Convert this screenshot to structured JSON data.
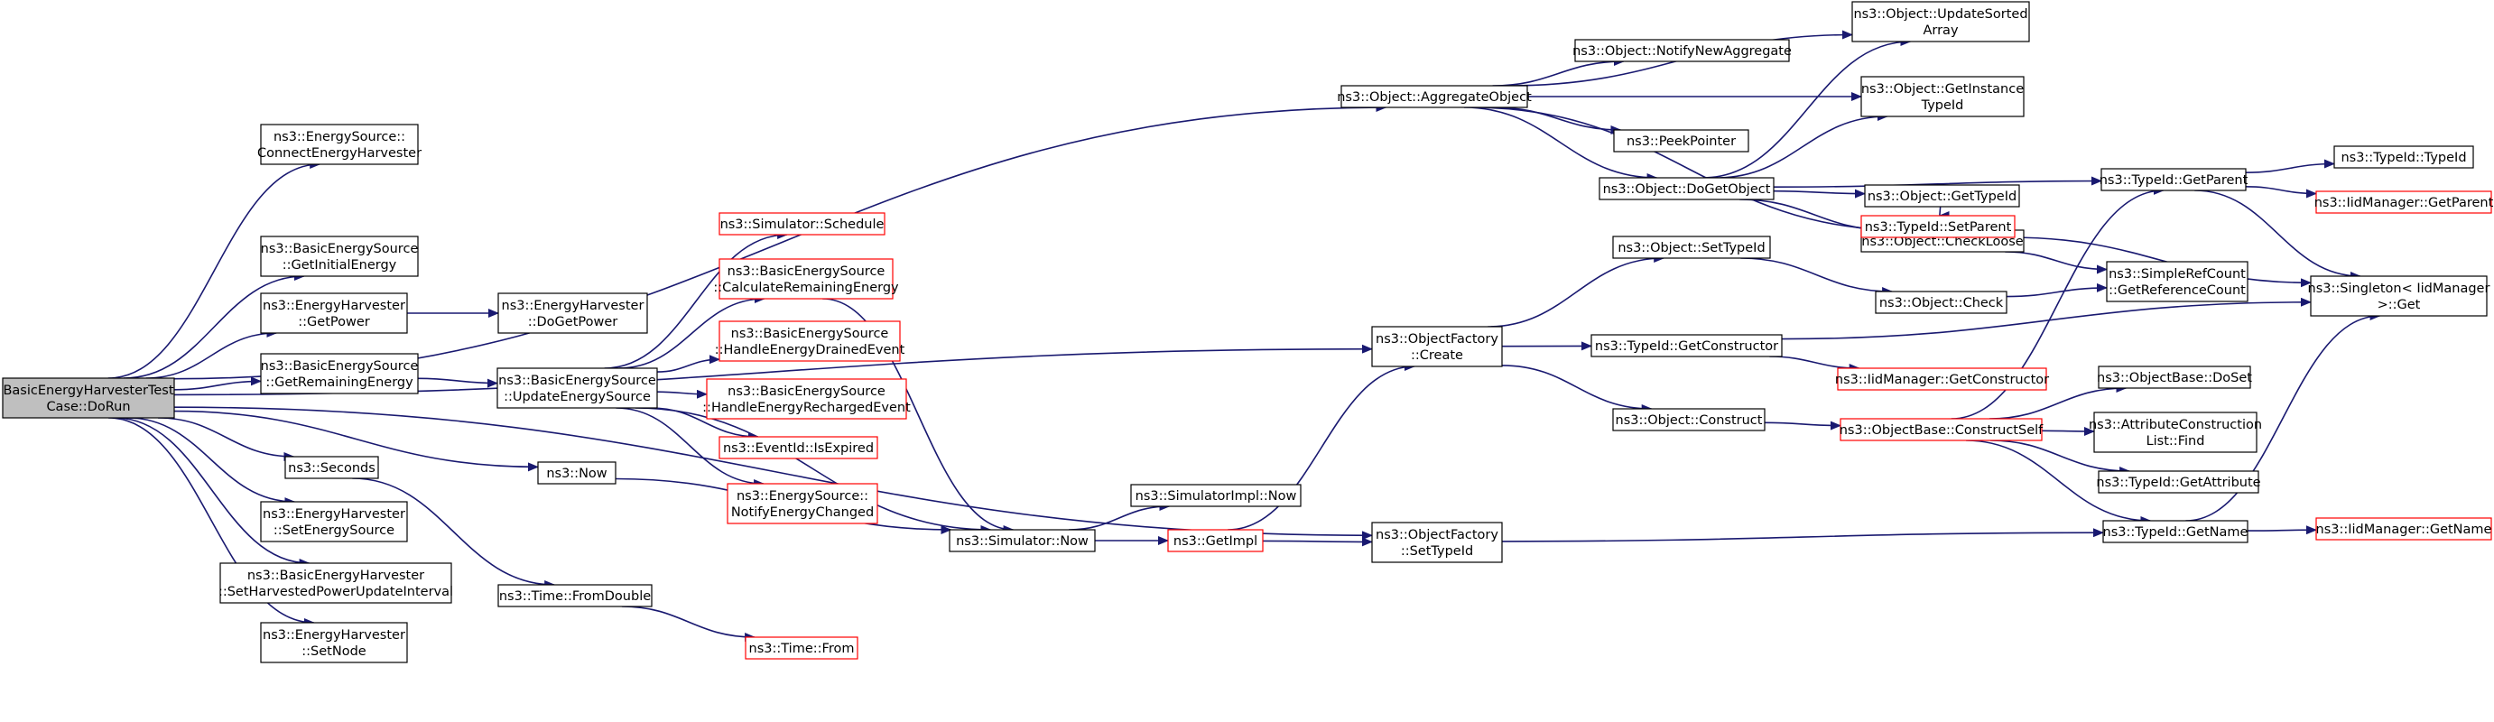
{
  "colors": {
    "edge": "#191970",
    "box": "#000000",
    "external": "#ff0000",
    "root_fill": "#bfbfbf"
  },
  "nodes": [
    {
      "id": "root",
      "lines": [
        "BasicEnergyHarvesterTest",
        "Case::DoRun"
      ],
      "style": "root"
    },
    {
      "id": "aggregate",
      "lines": [
        "ns3::Object::AggregateObject"
      ],
      "style": "normal"
    },
    {
      "id": "connectHarvester",
      "lines": [
        "ns3::EnergySource::",
        "ConnectEnergyHarvester"
      ],
      "style": "normal"
    },
    {
      "id": "getInitialEnergy",
      "lines": [
        "ns3::BasicEnergySource",
        "::GetInitialEnergy"
      ],
      "style": "normal"
    },
    {
      "id": "getPower",
      "lines": [
        "ns3::EnergyHarvester",
        "::GetPower"
      ],
      "style": "normal"
    },
    {
      "id": "doGetPower",
      "lines": [
        "ns3::EnergyHarvester",
        "::DoGetPower"
      ],
      "style": "normal"
    },
    {
      "id": "getRemaining",
      "lines": [
        "ns3::BasicEnergySource",
        "::GetRemainingEnergy"
      ],
      "style": "normal"
    },
    {
      "id": "updateEnergy",
      "lines": [
        "ns3::BasicEnergySource",
        "::UpdateEnergySource"
      ],
      "style": "normal"
    },
    {
      "id": "seconds",
      "lines": [
        "ns3::Seconds"
      ],
      "style": "normal"
    },
    {
      "id": "setEnergySource",
      "lines": [
        "ns3::EnergyHarvester",
        "::SetEnergySource"
      ],
      "style": "normal"
    },
    {
      "id": "setInterval",
      "lines": [
        "ns3::BasicEnergyHarvester",
        "::SetHarvestedPowerUpdateInterval"
      ],
      "style": "normal"
    },
    {
      "id": "setNode",
      "lines": [
        "ns3::EnergyHarvester",
        "::SetNode"
      ],
      "style": "normal"
    },
    {
      "id": "schedule",
      "lines": [
        "ns3::Simulator::Schedule"
      ],
      "style": "external"
    },
    {
      "id": "calcRemaining",
      "lines": [
        "ns3::BasicEnergySource",
        "::CalculateRemainingEnergy"
      ],
      "style": "external"
    },
    {
      "id": "drained",
      "lines": [
        "ns3::BasicEnergySource",
        "::HandleEnergyDrainedEvent"
      ],
      "style": "external"
    },
    {
      "id": "recharged",
      "lines": [
        "ns3::BasicEnergySource",
        "::HandleEnergyRechargedEvent"
      ],
      "style": "external"
    },
    {
      "id": "isExpired",
      "lines": [
        "ns3::EventId::IsExpired"
      ],
      "style": "external"
    },
    {
      "id": "notifyChanged",
      "lines": [
        "ns3::EnergySource::",
        "NotifyEnergyChanged"
      ],
      "style": "external"
    },
    {
      "id": "now",
      "lines": [
        "ns3::Now"
      ],
      "style": "normal"
    },
    {
      "id": "fromDouble",
      "lines": [
        "ns3::Time::FromDouble"
      ],
      "style": "normal"
    },
    {
      "id": "timeFrom",
      "lines": [
        "ns3::Time::From"
      ],
      "style": "external"
    },
    {
      "id": "simNow",
      "lines": [
        "ns3::Simulator::Now"
      ],
      "style": "normal"
    },
    {
      "id": "simImplNow",
      "lines": [
        "ns3::SimulatorImpl::Now"
      ],
      "style": "normal"
    },
    {
      "id": "getImpl",
      "lines": [
        "ns3::GetImpl"
      ],
      "style": "external"
    },
    {
      "id": "factoryCreate",
      "lines": [
        "ns3::ObjectFactory",
        "::Create"
      ],
      "style": "normal"
    },
    {
      "id": "factorySetTypeId",
      "lines": [
        "ns3::ObjectFactory",
        "::SetTypeId"
      ],
      "style": "normal"
    },
    {
      "id": "updateSorted",
      "lines": [
        "ns3::Object::UpdateSorted",
        "Array"
      ],
      "style": "normal"
    },
    {
      "id": "notifyNewAgg",
      "lines": [
        "ns3::Object::NotifyNewAggregate"
      ],
      "style": "normal"
    },
    {
      "id": "getInstanceTypeId",
      "lines": [
        "ns3::Object::GetInstance",
        "TypeId"
      ],
      "style": "normal"
    },
    {
      "id": "peekPointer",
      "lines": [
        "ns3::PeekPointer"
      ],
      "style": "normal"
    },
    {
      "id": "doGetObject",
      "lines": [
        "ns3::Object::DoGetObject"
      ],
      "style": "normal"
    },
    {
      "id": "getTypeIdObj",
      "lines": [
        "ns3::Object::GetTypeId"
      ],
      "style": "normal"
    },
    {
      "id": "checkLoose",
      "lines": [
        "ns3::Object::CheckLoose"
      ],
      "style": "normal"
    },
    {
      "id": "setTypeIdObj",
      "lines": [
        "ns3::Object::SetTypeId"
      ],
      "style": "normal"
    },
    {
      "id": "objCheck",
      "lines": [
        "ns3::Object::Check"
      ],
      "style": "normal"
    },
    {
      "id": "getConstructor",
      "lines": [
        "ns3::TypeId::GetConstructor"
      ],
      "style": "normal"
    },
    {
      "id": "iidGetConstructor",
      "lines": [
        "ns3::IidManager::GetConstructor"
      ],
      "style": "external"
    },
    {
      "id": "objConstruct",
      "lines": [
        "ns3::Object::Construct"
      ],
      "style": "normal"
    },
    {
      "id": "constructSelf",
      "lines": [
        "ns3::ObjectBase::ConstructSelf"
      ],
      "style": "external"
    },
    {
      "id": "getParent",
      "lines": [
        "ns3::TypeId::GetParent"
      ],
      "style": "normal"
    },
    {
      "id": "setParent",
      "lines": [
        "ns3::TypeId::SetParent"
      ],
      "style": "external"
    },
    {
      "id": "getRefCount",
      "lines": [
        "ns3::SimpleRefCount",
        "::GetReferenceCount"
      ],
      "style": "normal"
    },
    {
      "id": "doSet",
      "lines": [
        "ns3::ObjectBase::DoSet"
      ],
      "style": "normal"
    },
    {
      "id": "attrFind",
      "lines": [
        "ns3::AttributeConstruction",
        "List::Find"
      ],
      "style": "normal"
    },
    {
      "id": "getAttribute",
      "lines": [
        "ns3::TypeId::GetAttribute"
      ],
      "style": "normal"
    },
    {
      "id": "getName",
      "lines": [
        "ns3::TypeId::GetName"
      ],
      "style": "normal"
    },
    {
      "id": "typeIdCtor",
      "lines": [
        "ns3::TypeId::TypeId"
      ],
      "style": "normal"
    },
    {
      "id": "iidGetParent",
      "lines": [
        "ns3::IidManager::GetParent"
      ],
      "style": "external"
    },
    {
      "id": "singletonGet",
      "lines": [
        "ns3::Singleton< IidManager",
        ">::Get"
      ],
      "style": "normal"
    },
    {
      "id": "iidGetName",
      "lines": [
        "ns3::IidManager::GetName"
      ],
      "style": "external"
    }
  ],
  "edges": [
    [
      "root",
      "aggregate"
    ],
    [
      "root",
      "connectHarvester"
    ],
    [
      "root",
      "factoryCreate"
    ],
    [
      "root",
      "getInitialEnergy"
    ],
    [
      "root",
      "getPower"
    ],
    [
      "root",
      "getRemaining"
    ],
    [
      "root",
      "now"
    ],
    [
      "root",
      "seconds"
    ],
    [
      "root",
      "setEnergySource"
    ],
    [
      "root",
      "setInterval"
    ],
    [
      "root",
      "setNode"
    ],
    [
      "root",
      "factorySetTypeId"
    ],
    [
      "getPower",
      "doGetPower"
    ],
    [
      "getRemaining",
      "updateEnergy"
    ],
    [
      "updateEnergy",
      "schedule"
    ],
    [
      "updateEnergy",
      "calcRemaining"
    ],
    [
      "updateEnergy",
      "drained"
    ],
    [
      "updateEnergy",
      "recharged"
    ],
    [
      "updateEnergy",
      "isExpired"
    ],
    [
      "updateEnergy",
      "notifyChanged"
    ],
    [
      "updateEnergy",
      "simNow"
    ],
    [
      "calcRemaining",
      "simNow"
    ],
    [
      "seconds",
      "fromDouble"
    ],
    [
      "fromDouble",
      "timeFrom"
    ],
    [
      "now",
      "simNow"
    ],
    [
      "simNow",
      "simImplNow"
    ],
    [
      "simNow",
      "getImpl"
    ],
    [
      "getImpl",
      "factoryCreate"
    ],
    [
      "getImpl",
      "factorySetTypeId"
    ],
    [
      "aggregate",
      "updateSorted"
    ],
    [
      "aggregate",
      "notifyNewAgg"
    ],
    [
      "aggregate",
      "getInstanceTypeId"
    ],
    [
      "aggregate",
      "peekPointer"
    ],
    [
      "aggregate",
      "doGetObject"
    ],
    [
      "aggregate",
      "checkLoose"
    ],
    [
      "doGetObject",
      "updateSorted"
    ],
    [
      "doGetObject",
      "getInstanceTypeId"
    ],
    [
      "doGetObject",
      "getParent"
    ],
    [
      "doGetObject",
      "getTypeIdObj"
    ],
    [
      "doGetObject",
      "checkLoose"
    ],
    [
      "getTypeIdObj",
      "setParent"
    ],
    [
      "checkLoose",
      "getRefCount"
    ],
    [
      "factoryCreate",
      "setTypeIdObj"
    ],
    [
      "factoryCreate",
      "getConstructor"
    ],
    [
      "factoryCreate",
      "objConstruct"
    ],
    [
      "setTypeIdObj",
      "objCheck"
    ],
    [
      "objCheck",
      "getRefCount"
    ],
    [
      "getConstructor",
      "iidGetConstructor"
    ],
    [
      "getConstructor",
      "singletonGet"
    ],
    [
      "objConstruct",
      "constructSelf"
    ],
    [
      "constructSelf",
      "getParent"
    ],
    [
      "constructSelf",
      "doSet"
    ],
    [
      "constructSelf",
      "attrFind"
    ],
    [
      "constructSelf",
      "getAttribute"
    ],
    [
      "constructSelf",
      "getName"
    ],
    [
      "factorySetTypeId",
      "getName"
    ],
    [
      "getParent",
      "typeIdCtor"
    ],
    [
      "getParent",
      "iidGetParent"
    ],
    [
      "getParent",
      "singletonGet"
    ],
    [
      "setParent",
      "singletonGet"
    ],
    [
      "getName",
      "iidGetName"
    ],
    [
      "getName",
      "singletonGet"
    ]
  ]
}
